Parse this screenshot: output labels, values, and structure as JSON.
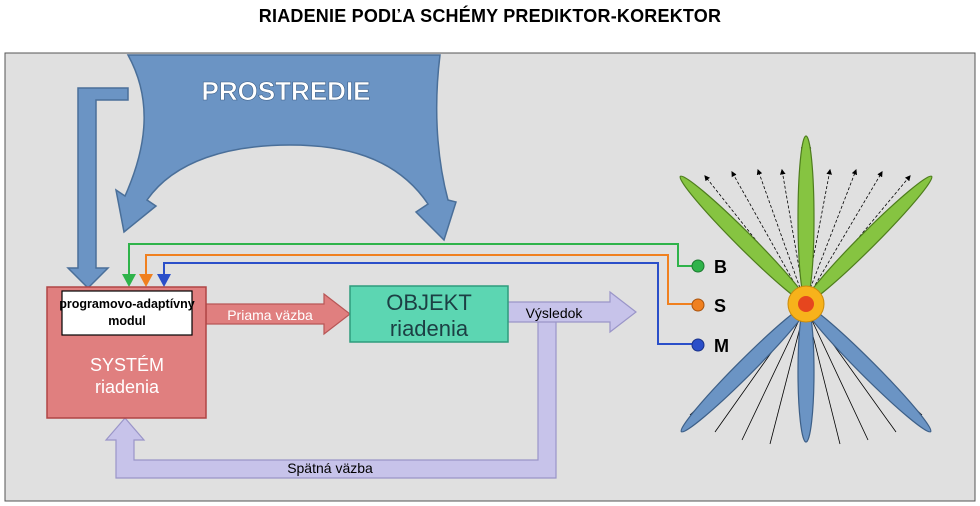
{
  "title": "RIADENIE PODĽA SCHÉMY PREDIKTOR-KOREKTOR",
  "environment": {
    "label": "PROSTREDIE"
  },
  "control_system": {
    "module_line1": "programovo-adaptívny",
    "module_line2": "modul",
    "line1": "SYSTÉM",
    "line2": "riadenia"
  },
  "object": {
    "line1": "OBJEKT",
    "line2": "riadenia"
  },
  "arrows": {
    "direct": "Priama väzba",
    "result": "Výsledok",
    "feedback": "Spätná väzba"
  },
  "inputs": [
    {
      "label": "B",
      "color": "#2fb34a"
    },
    {
      "label": "S",
      "color": "#f0801f"
    },
    {
      "label": "M",
      "color": "#2b4fc9"
    }
  ],
  "colors": {
    "background_panel": "#e0e0e0",
    "environment": "#6b94c4",
    "system": "#e07f7f",
    "object": "#5cd6b2",
    "direct_arrow": "#e07f7f",
    "result_arrow": "#c7c3ea",
    "green_petal": "#86c441",
    "blue_petal": "#6b94c4",
    "center_outer": "#f7b21b",
    "center_inner": "#e6461e"
  }
}
